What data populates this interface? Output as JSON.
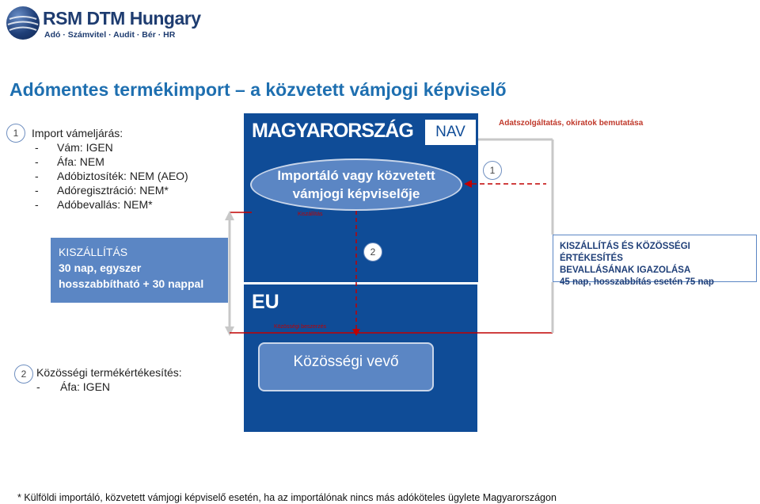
{
  "logo": {
    "name": "RSM DTM Hungary",
    "tagline": "Adó · Számvitel · Audit · Bér · HR"
  },
  "title": "Adómentes termékimport – a közvetett vámjogi képviselő",
  "import_section": {
    "number": "1",
    "heading": "Import vámeljárás:",
    "items": [
      {
        "dash": "-",
        "text": "Vám: IGEN"
      },
      {
        "dash": "-",
        "text": "Áfa: NEM"
      },
      {
        "dash": "-",
        "text": "Adóbiztosíték: NEM (AEO)"
      },
      {
        "dash": "-",
        "text": "Adóregisztráció: NEM*"
      },
      {
        "dash": "-",
        "text": "Adóbevallás: NEM*"
      }
    ]
  },
  "hungary_panel": {
    "label": "MAGYARORSZÁG",
    "nav": "NAV",
    "importer_line1": "Importáló vagy közvetett",
    "importer_line2": "vámjogi képviselője",
    "small_red_top": "Kiszállítás",
    "arrow_number": "2",
    "eu_label": "EU",
    "small_red_bottom": "Közösségi beszerzés",
    "buyer": "Közösségi vevő"
  },
  "kiszallitas_box": {
    "line1": "KISZÁLLÍTÁS",
    "line2": "30 nap, egyszer",
    "line3": "hosszabbítható + 30 nappal"
  },
  "data_supply": {
    "label": "Adatszolgáltatás, okiratok bemutatása",
    "number": "1"
  },
  "right_box": {
    "line1": "KISZÁLLÍTÁS ÉS KÖZÖSSÉGI ÉRTÉKESÍTÉS",
    "line2": "BEVALLÁSÁNAK IGAZOLÁSA",
    "line3": "45 nap, hosszabbítás esetén 75 nap"
  },
  "community_section": {
    "number": "2",
    "heading": "Közösségi termékértékesítés:",
    "item_dash": "-",
    "item_text": "Áfa: IGEN"
  },
  "footnote": "* Külföldi importáló, közvetett vámjogi képviselő esetén, ha az importálónak nincs más adóköteles ügylete Magyarországon",
  "colors": {
    "panel_blue": "#0f4c97",
    "box_blue": "#5b86c4",
    "title_blue": "#1e6fb0",
    "accent_red": "#c00000"
  }
}
